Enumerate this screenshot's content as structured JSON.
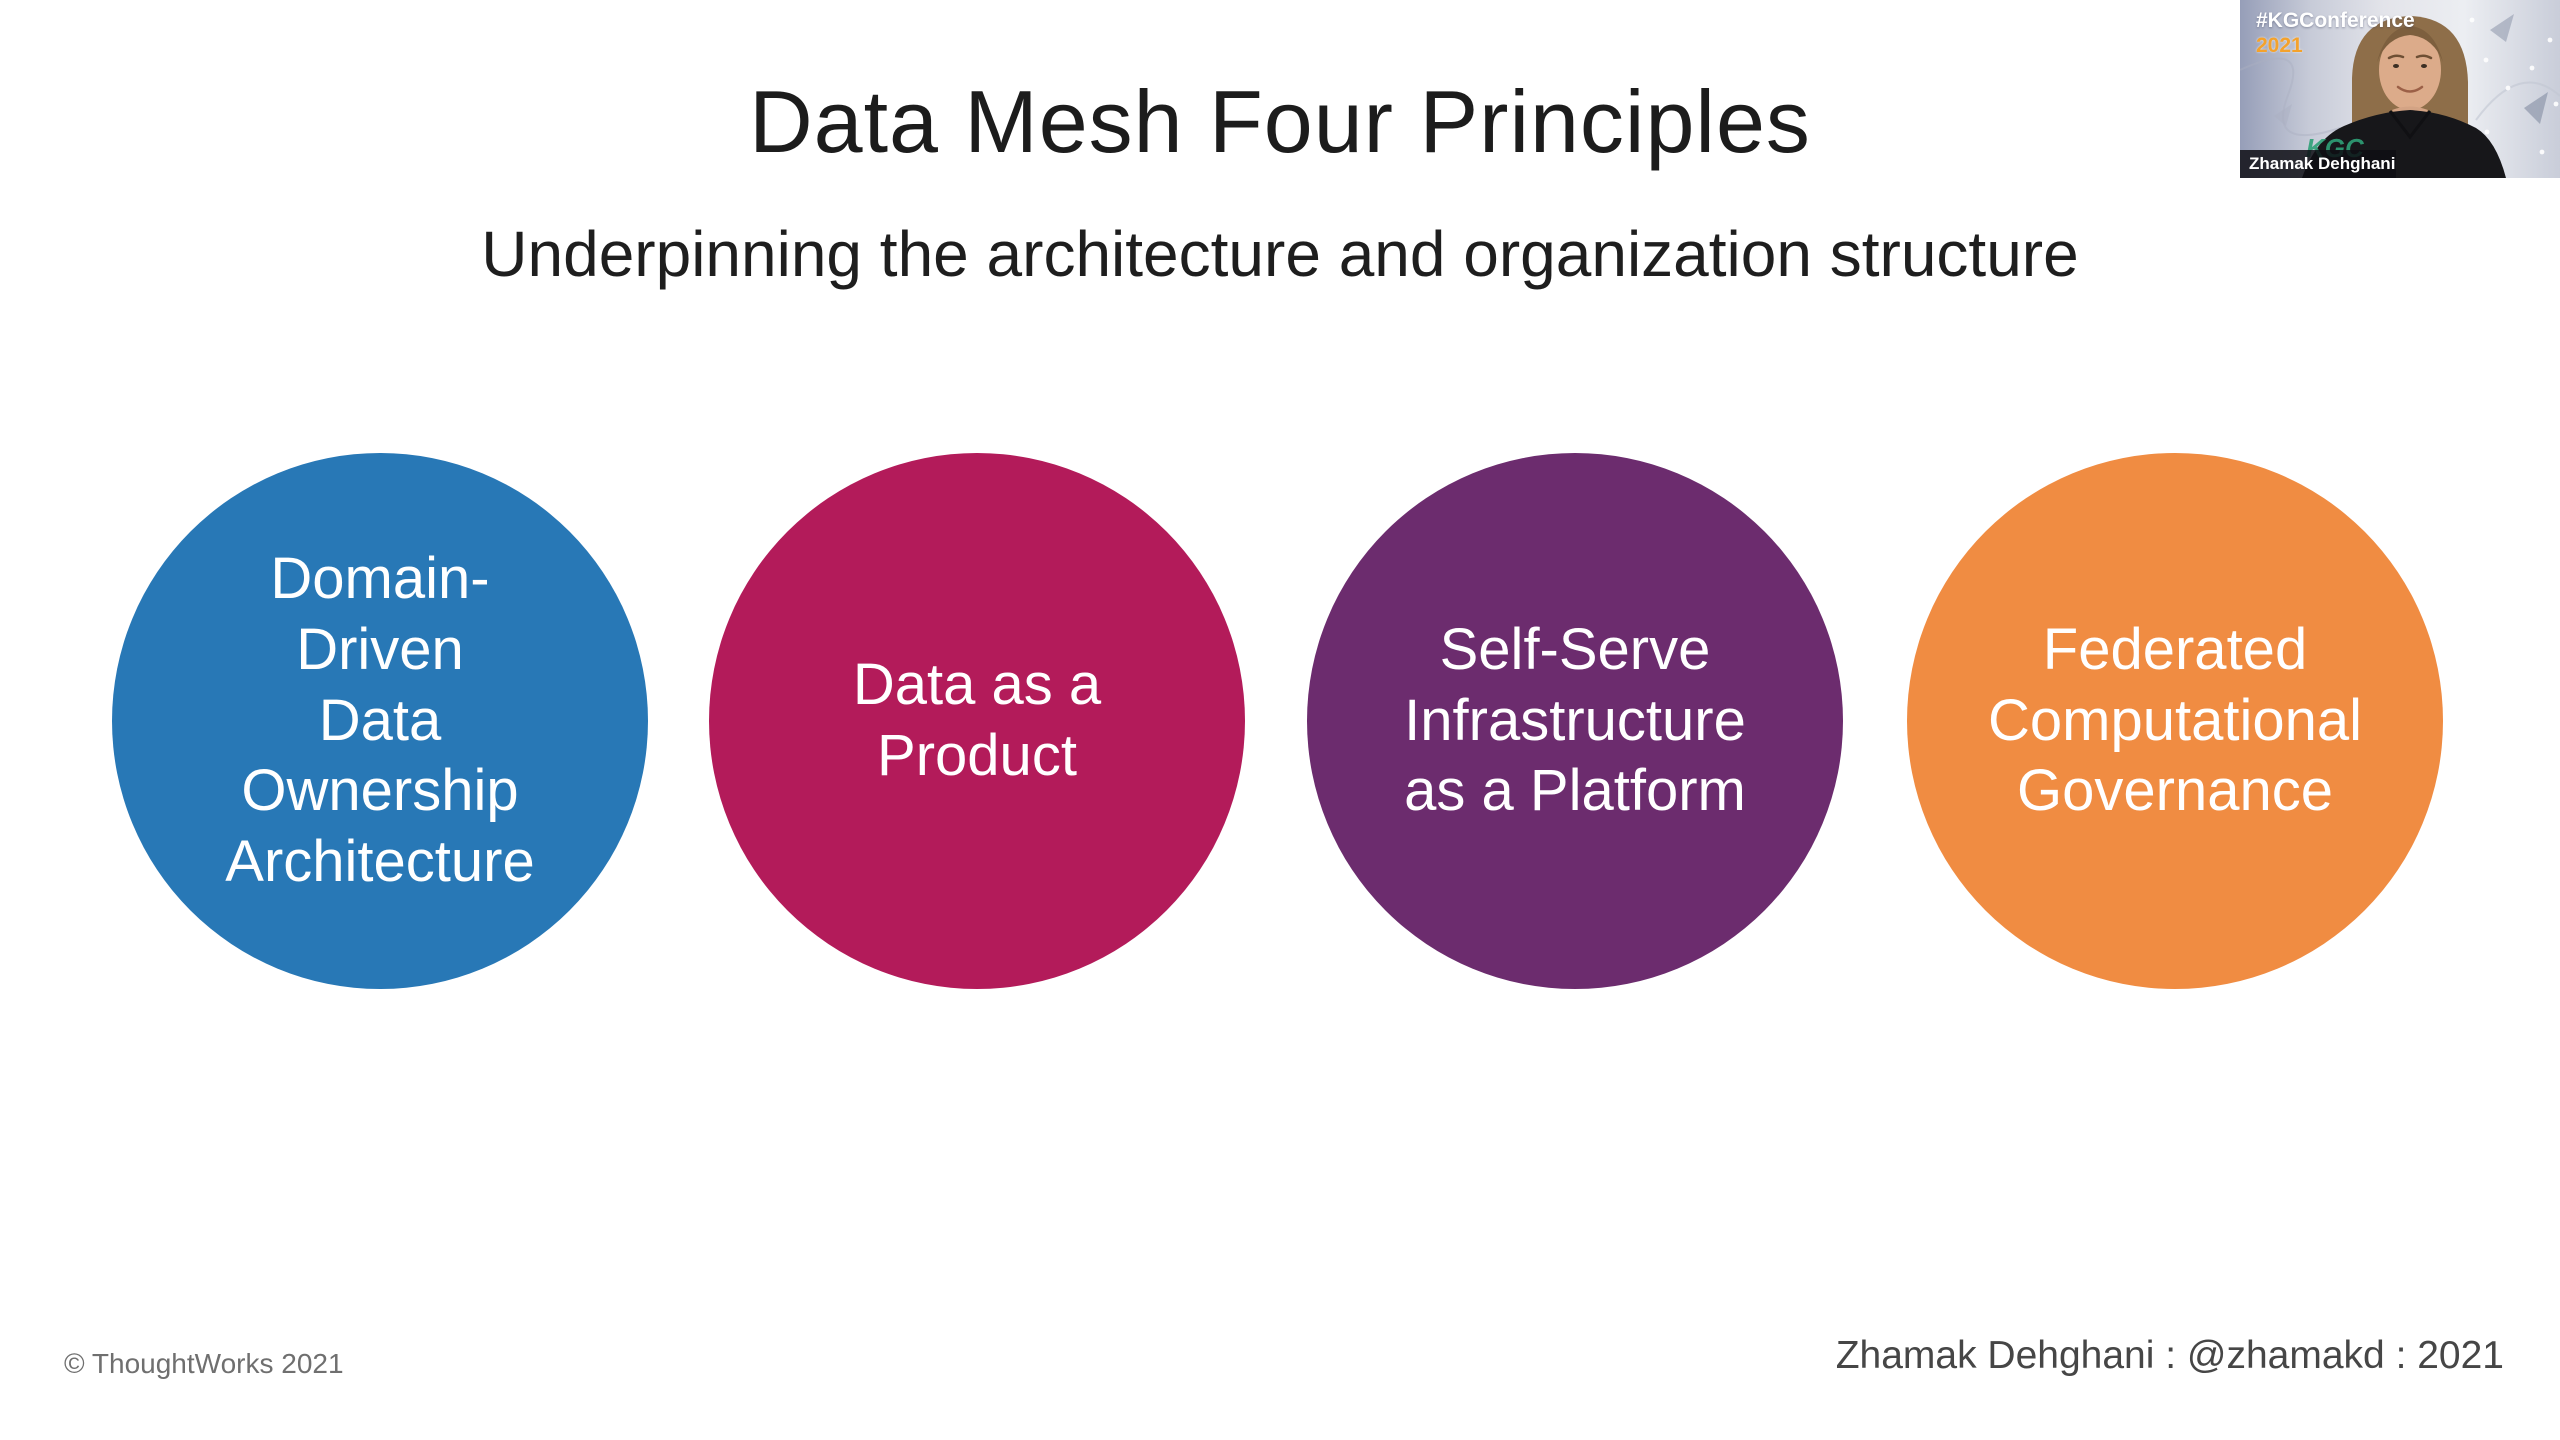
{
  "slide": {
    "title": "Data Mesh Four Principles",
    "subtitle": "Underpinning the architecture and organization structure",
    "principles": [
      {
        "name": "Domain-Driven Data Ownership Architecture",
        "label": "Domain-\nDriven\nData\nOwnership\nArchitecture",
        "color": "#2878B6"
      },
      {
        "name": "Data as a Product",
        "label": "Data as a\nProduct",
        "color": "#B31B5A"
      },
      {
        "name": "Self-Serve Infrastructure as a Platform",
        "label": "Self-Serve\nInfrastructure\nas a Platform",
        "color": "#6C2C6E"
      },
      {
        "name": "Federated Computational Governance",
        "label": "Federated\nComputational\nGovernance",
        "color": "#F08C42"
      }
    ],
    "footer_left": "© ThoughtWorks 2021",
    "footer_right": "Zhamak Dehghani : @zhamakd : 2021",
    "text_color": "#1C1C1C"
  },
  "webcam": {
    "hashtag": "#KGConference",
    "year": "2021",
    "year_color": "#F4A22C",
    "logo": "KGC",
    "logo_color": "#2FA077",
    "name_label": "Zhamak Dehghani"
  }
}
